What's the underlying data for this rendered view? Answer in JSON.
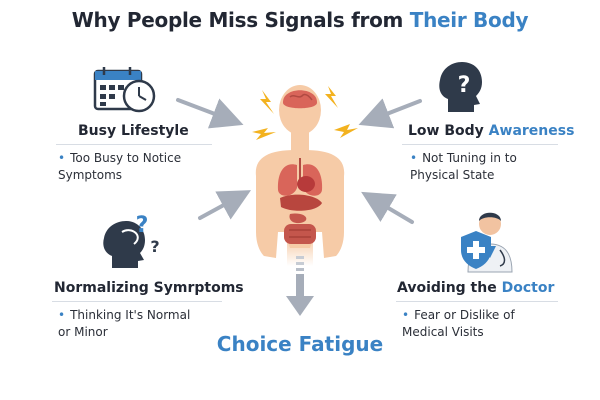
{
  "title": {
    "main": "Why People Miss Signals from ",
    "accent": "Their Body"
  },
  "center_label": "Choice Fatigue",
  "panels": {
    "busy": {
      "heading": "Busy Lifestyle",
      "bullet_line1": "Too Busy to Notice",
      "bullet_line2": "Symptoms"
    },
    "awareness": {
      "heading_main": "Low Body ",
      "heading_accent": "Awareness",
      "bullet_line1": "Not Tuning in to",
      "bullet_line2": "Physical State"
    },
    "normalizing": {
      "heading": "Normalizing Symrptoms",
      "bullet_line1": "Thinking It's Normal",
      "bullet_line2": "or Minor"
    },
    "doctor": {
      "heading_main": "Avoiding the ",
      "heading_accent": "Doctor",
      "bullet_line1": "Fear or Dislike of",
      "bullet_line2": "Medical Visits"
    }
  },
  "colors": {
    "accent": "#3a82c4",
    "text": "#222733",
    "skin": "#f6cba7",
    "organ": "#d9655a",
    "arrow": "#a6adb9"
  },
  "icons": [
    "calendar-clock-icon",
    "head-question-icon",
    "head-confusion-icon",
    "doctor-shield-icon",
    "human-body-illustration"
  ]
}
